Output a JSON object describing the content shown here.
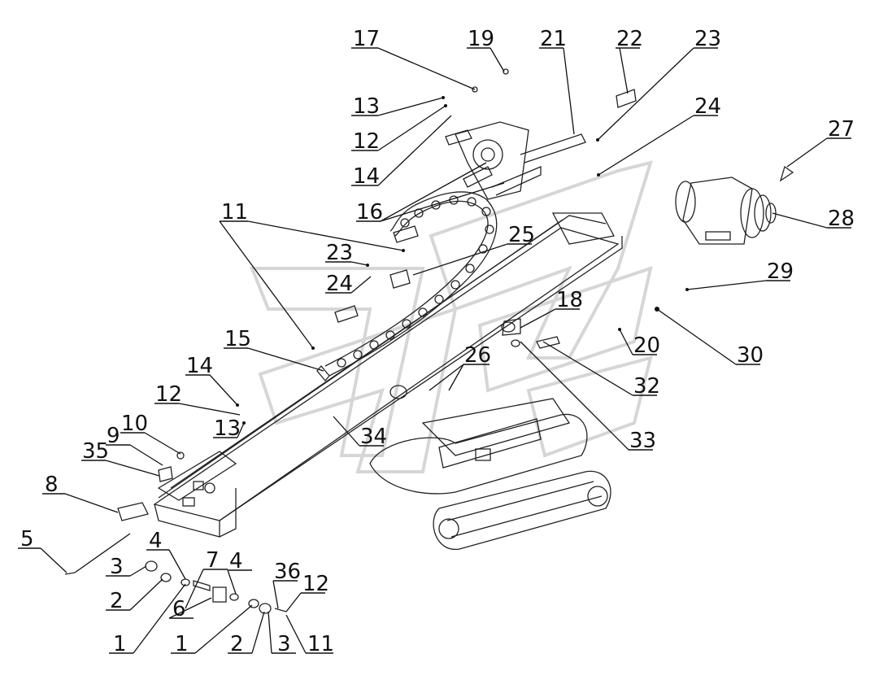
{
  "diagram": {
    "type": "exploded parts assembly drawing",
    "callouts": [
      {
        "id": "c17a",
        "label": "17"
      },
      {
        "id": "c19",
        "label": "19"
      },
      {
        "id": "c21",
        "label": "21"
      },
      {
        "id": "c22",
        "label": "22"
      },
      {
        "id": "c23a",
        "label": "23"
      },
      {
        "id": "c13a",
        "label": "13"
      },
      {
        "id": "c12a",
        "label": "12"
      },
      {
        "id": "c24a",
        "label": "24"
      },
      {
        "id": "c14a",
        "label": "14"
      },
      {
        "id": "c16",
        "label": "16"
      },
      {
        "id": "c27",
        "label": "27"
      },
      {
        "id": "c28",
        "label": "28"
      },
      {
        "id": "c11a",
        "label": "11"
      },
      {
        "id": "c25",
        "label": "25"
      },
      {
        "id": "c23b",
        "label": "23"
      },
      {
        "id": "c24b",
        "label": "24"
      },
      {
        "id": "c29",
        "label": "29"
      },
      {
        "id": "c18",
        "label": "18"
      },
      {
        "id": "c30",
        "label": "30"
      },
      {
        "id": "c20",
        "label": "20"
      },
      {
        "id": "c15",
        "label": "15"
      },
      {
        "id": "c26",
        "label": "26"
      },
      {
        "id": "c32",
        "label": "32"
      },
      {
        "id": "c14b",
        "label": "14"
      },
      {
        "id": "c12b",
        "label": "12"
      },
      {
        "id": "c13b",
        "label": "13"
      },
      {
        "id": "c34",
        "label": "34"
      },
      {
        "id": "c33",
        "label": "33"
      },
      {
        "id": "c10",
        "label": "10"
      },
      {
        "id": "c9",
        "label": "9"
      },
      {
        "id": "c35",
        "label": "35"
      },
      {
        "id": "c8",
        "label": "8"
      },
      {
        "id": "c5",
        "label": "5"
      },
      {
        "id": "c4a",
        "label": "4"
      },
      {
        "id": "c7",
        "label": "7"
      },
      {
        "id": "c4b",
        "label": "4"
      },
      {
        "id": "c36",
        "label": "36"
      },
      {
        "id": "c12c",
        "label": "12"
      },
      {
        "id": "c3a",
        "label": "3"
      },
      {
        "id": "c2a",
        "label": "2"
      },
      {
        "id": "c6",
        "label": "6"
      },
      {
        "id": "c1a",
        "label": "1"
      },
      {
        "id": "c1b",
        "label": "1"
      },
      {
        "id": "c2b",
        "label": "2"
      },
      {
        "id": "c3b",
        "label": "3"
      },
      {
        "id": "c11b",
        "label": "11"
      }
    ],
    "colors": {
      "line": "#111111",
      "watermark": "#d6d6d6",
      "background": "#ffffff"
    }
  }
}
